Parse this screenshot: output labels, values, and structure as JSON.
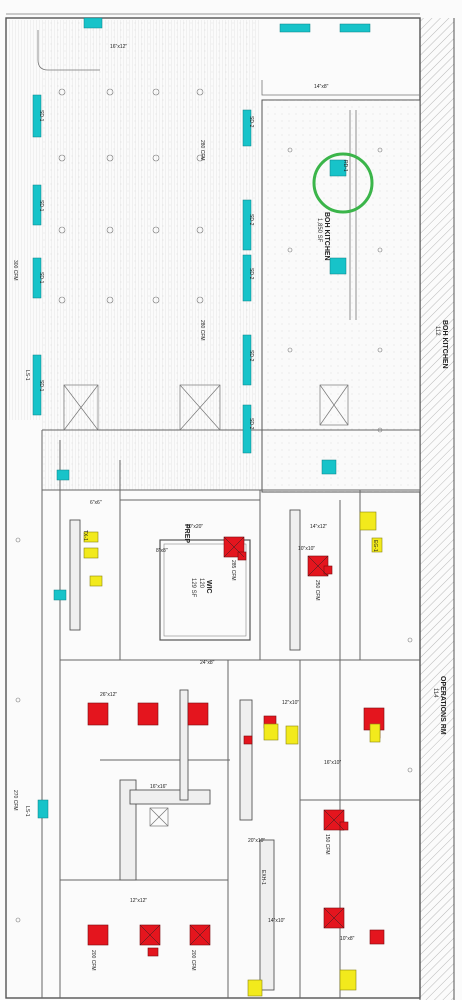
{
  "rooms": {
    "boh_kitchen": {
      "name": "BOH KITCHEN",
      "area": "1,850 SF"
    },
    "boh_kitchen_side": {
      "name": "BOH KITCHEN",
      "number": "112"
    },
    "walk_in": {
      "name": "WIC",
      "number": "120",
      "area": "129 SF"
    },
    "prep": {
      "name": "PREP"
    },
    "operations": {
      "name": "OPERATIONS RM",
      "number": "114"
    }
  },
  "duct_sizes": [
    "16\"x12\"",
    "14\"x8\"",
    "20\"x20\"",
    "14\"x12\"",
    "10\"x10\"",
    "26\"x12\"",
    "8\"x8\"",
    "24\"x8\"",
    "12\"x10\"",
    "16\"x16\"",
    "12\"x12\"",
    "20\"x10\"",
    "14\"x10\"",
    "10\"x8\"",
    "6\"x6\"",
    "16\"x10\""
  ],
  "cfm_labels": [
    "280 CFM",
    "285 CFM",
    "250 CFM",
    "300 CFM",
    "200 CFM",
    "270 CFM",
    "150 CFM"
  ],
  "diffuser_tags": [
    "SD-1",
    "SD-2",
    "RD-1",
    "LS-1",
    "EXH-1",
    "EG-1",
    "TX-1"
  ],
  "colors": {
    "cyan_diffuser": "#17c3c9",
    "red_supply": "#e4151e",
    "yellow_exhaust": "#f2ea1c",
    "callout_circle": "#3bb54a",
    "linework": "#6b6b6b"
  }
}
